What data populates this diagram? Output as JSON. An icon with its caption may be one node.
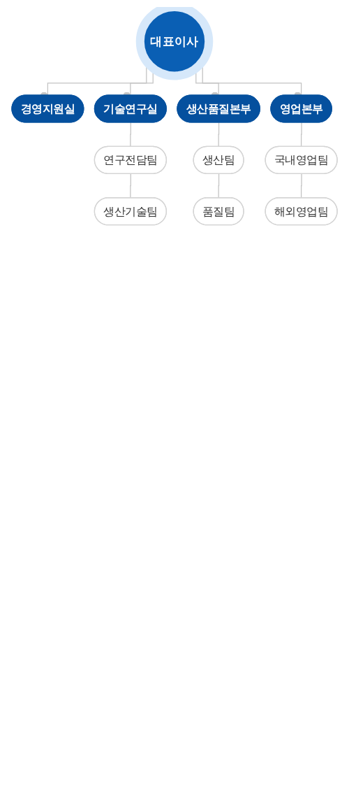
{
  "diagram": {
    "nodes": [
      {
        "text": [
          "대표이사"
        ]
      },
      {
        "text": [
          "경영지원실"
        ]
      },
      {
        "text": [
          "기술연구실"
        ]
      },
      {
        "text": [
          "연구전담팀"
        ]
      },
      {
        "text": [
          "생산기술팀"
        ]
      },
      {
        "text": [
          "생산품질본부"
        ]
      },
      {
        "text": [
          "생산팀"
        ]
      },
      {
        "text": [
          "품질팀"
        ]
      },
      {
        "text": [
          "영업본부"
        ]
      },
      {
        "text": [
          "국내영업팀"
        ]
      },
      {
        "text": [
          "해외영업팀"
        ]
      }
    ],
    "edges": [
      {
        "from": 0,
        "to": 1,
        "arrow": "other"
      },
      {
        "from": 0,
        "to": 2,
        "arrow": "other"
      },
      {
        "from": 2,
        "to": 3,
        "arrow": "none"
      },
      {
        "from": 3,
        "to": 4,
        "arrow": "none"
      },
      {
        "from": 0,
        "to": 5,
        "arrow": "other"
      },
      {
        "from": 5,
        "to": 6,
        "arrow": "none"
      },
      {
        "from": 6,
        "to": 7,
        "arrow": "none"
      },
      {
        "from": 0,
        "to": 8,
        "arrow": "other"
      },
      {
        "from": 8,
        "to": 9,
        "arrow": "none"
      },
      {
        "from": 9,
        "to": 10,
        "arrow": "none"
      }
    ]
  }
}
